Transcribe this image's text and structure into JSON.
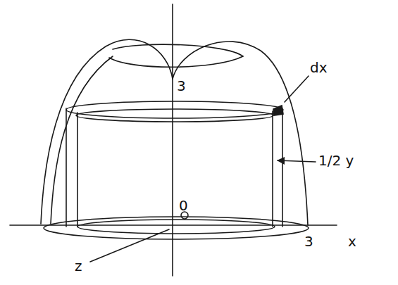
{
  "diagram": {
    "labels": [
      "3",
      "dx",
      "1/2 y",
      "0",
      "3",
      "x",
      "z"
    ]
  }
}
